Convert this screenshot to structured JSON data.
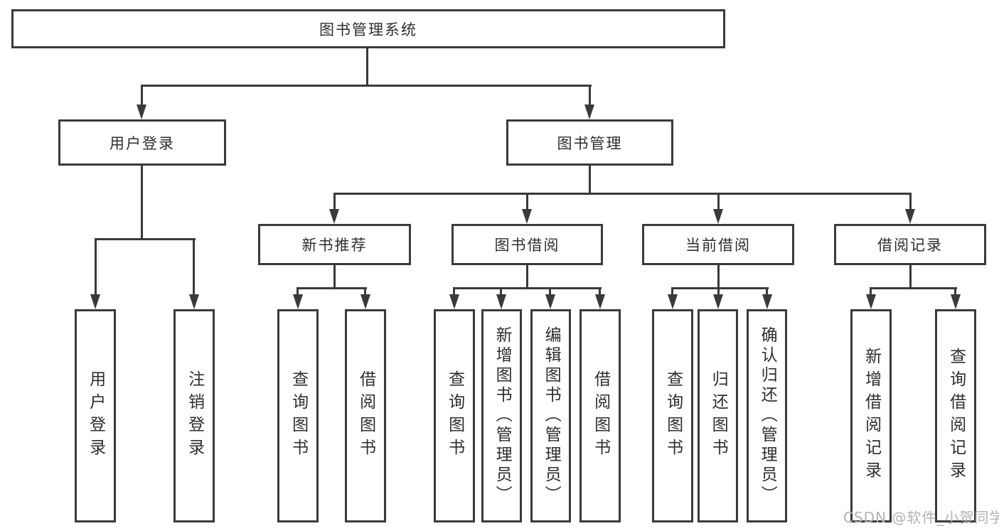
{
  "colors": {
    "line": "#3a3a3a",
    "text": "#2e2e2e",
    "background": "#ffffff",
    "watermark": "#b2b2b2"
  },
  "tree": {
    "root": {
      "label": "图书管理系统"
    },
    "children": [
      {
        "label": "用户登录",
        "children": [
          {
            "label": "用户登录"
          },
          {
            "label": "注销登录"
          }
        ]
      },
      {
        "label": "图书管理",
        "children": [
          {
            "label": "新书推荐",
            "children": [
              {
                "label": "查询图书"
              },
              {
                "label": "借阅图书"
              }
            ]
          },
          {
            "label": "图书借阅",
            "children": [
              {
                "label": "查询图书"
              },
              {
                "label": "新增图书（管理员）"
              },
              {
                "label": "编辑图书（管理员）"
              },
              {
                "label": "借阅图书"
              }
            ]
          },
          {
            "label": "当前借阅",
            "children": [
              {
                "label": "查询图书"
              },
              {
                "label": "归还图书"
              },
              {
                "label": "确认归还（管理员）"
              }
            ]
          },
          {
            "label": "借阅记录",
            "children": [
              {
                "label": "新增借阅记录"
              },
              {
                "label": "查询借阅记录"
              }
            ]
          }
        ]
      }
    ]
  },
  "watermark": {
    "text": "CSDN @软件_小贺同学"
  }
}
